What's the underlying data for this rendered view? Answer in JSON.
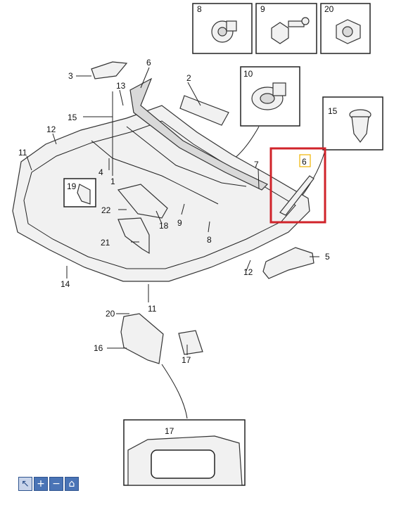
{
  "callouts": {
    "c1": "1",
    "c2": "2",
    "c3": "3",
    "c4": "4",
    "c5": "5",
    "c6a": "6",
    "c6b": "6",
    "c7": "7",
    "c8a": "8",
    "c8b": "8",
    "c9a": "9",
    "c9b": "9",
    "c10": "10",
    "c11a": "11",
    "c11b": "11",
    "c12a": "12",
    "c12b": "12",
    "c13": "13",
    "c14": "14",
    "c15a": "15",
    "c15b": "15",
    "c16": "16",
    "c17a": "17",
    "c17b": "17",
    "c18": "18",
    "c19": "19",
    "c20a": "20",
    "c20b": "20",
    "c21": "21",
    "c22": "22"
  },
  "toolbar": {
    "select_icon": "arrow-select-icon",
    "zoom_in_icon": "plus-icon",
    "zoom_out_icon": "minus-icon",
    "home_icon": "home-icon"
  },
  "colors": {
    "highlight": "#d0232a",
    "toolbar": "#4a74b6",
    "label_box": "#f0b400"
  }
}
